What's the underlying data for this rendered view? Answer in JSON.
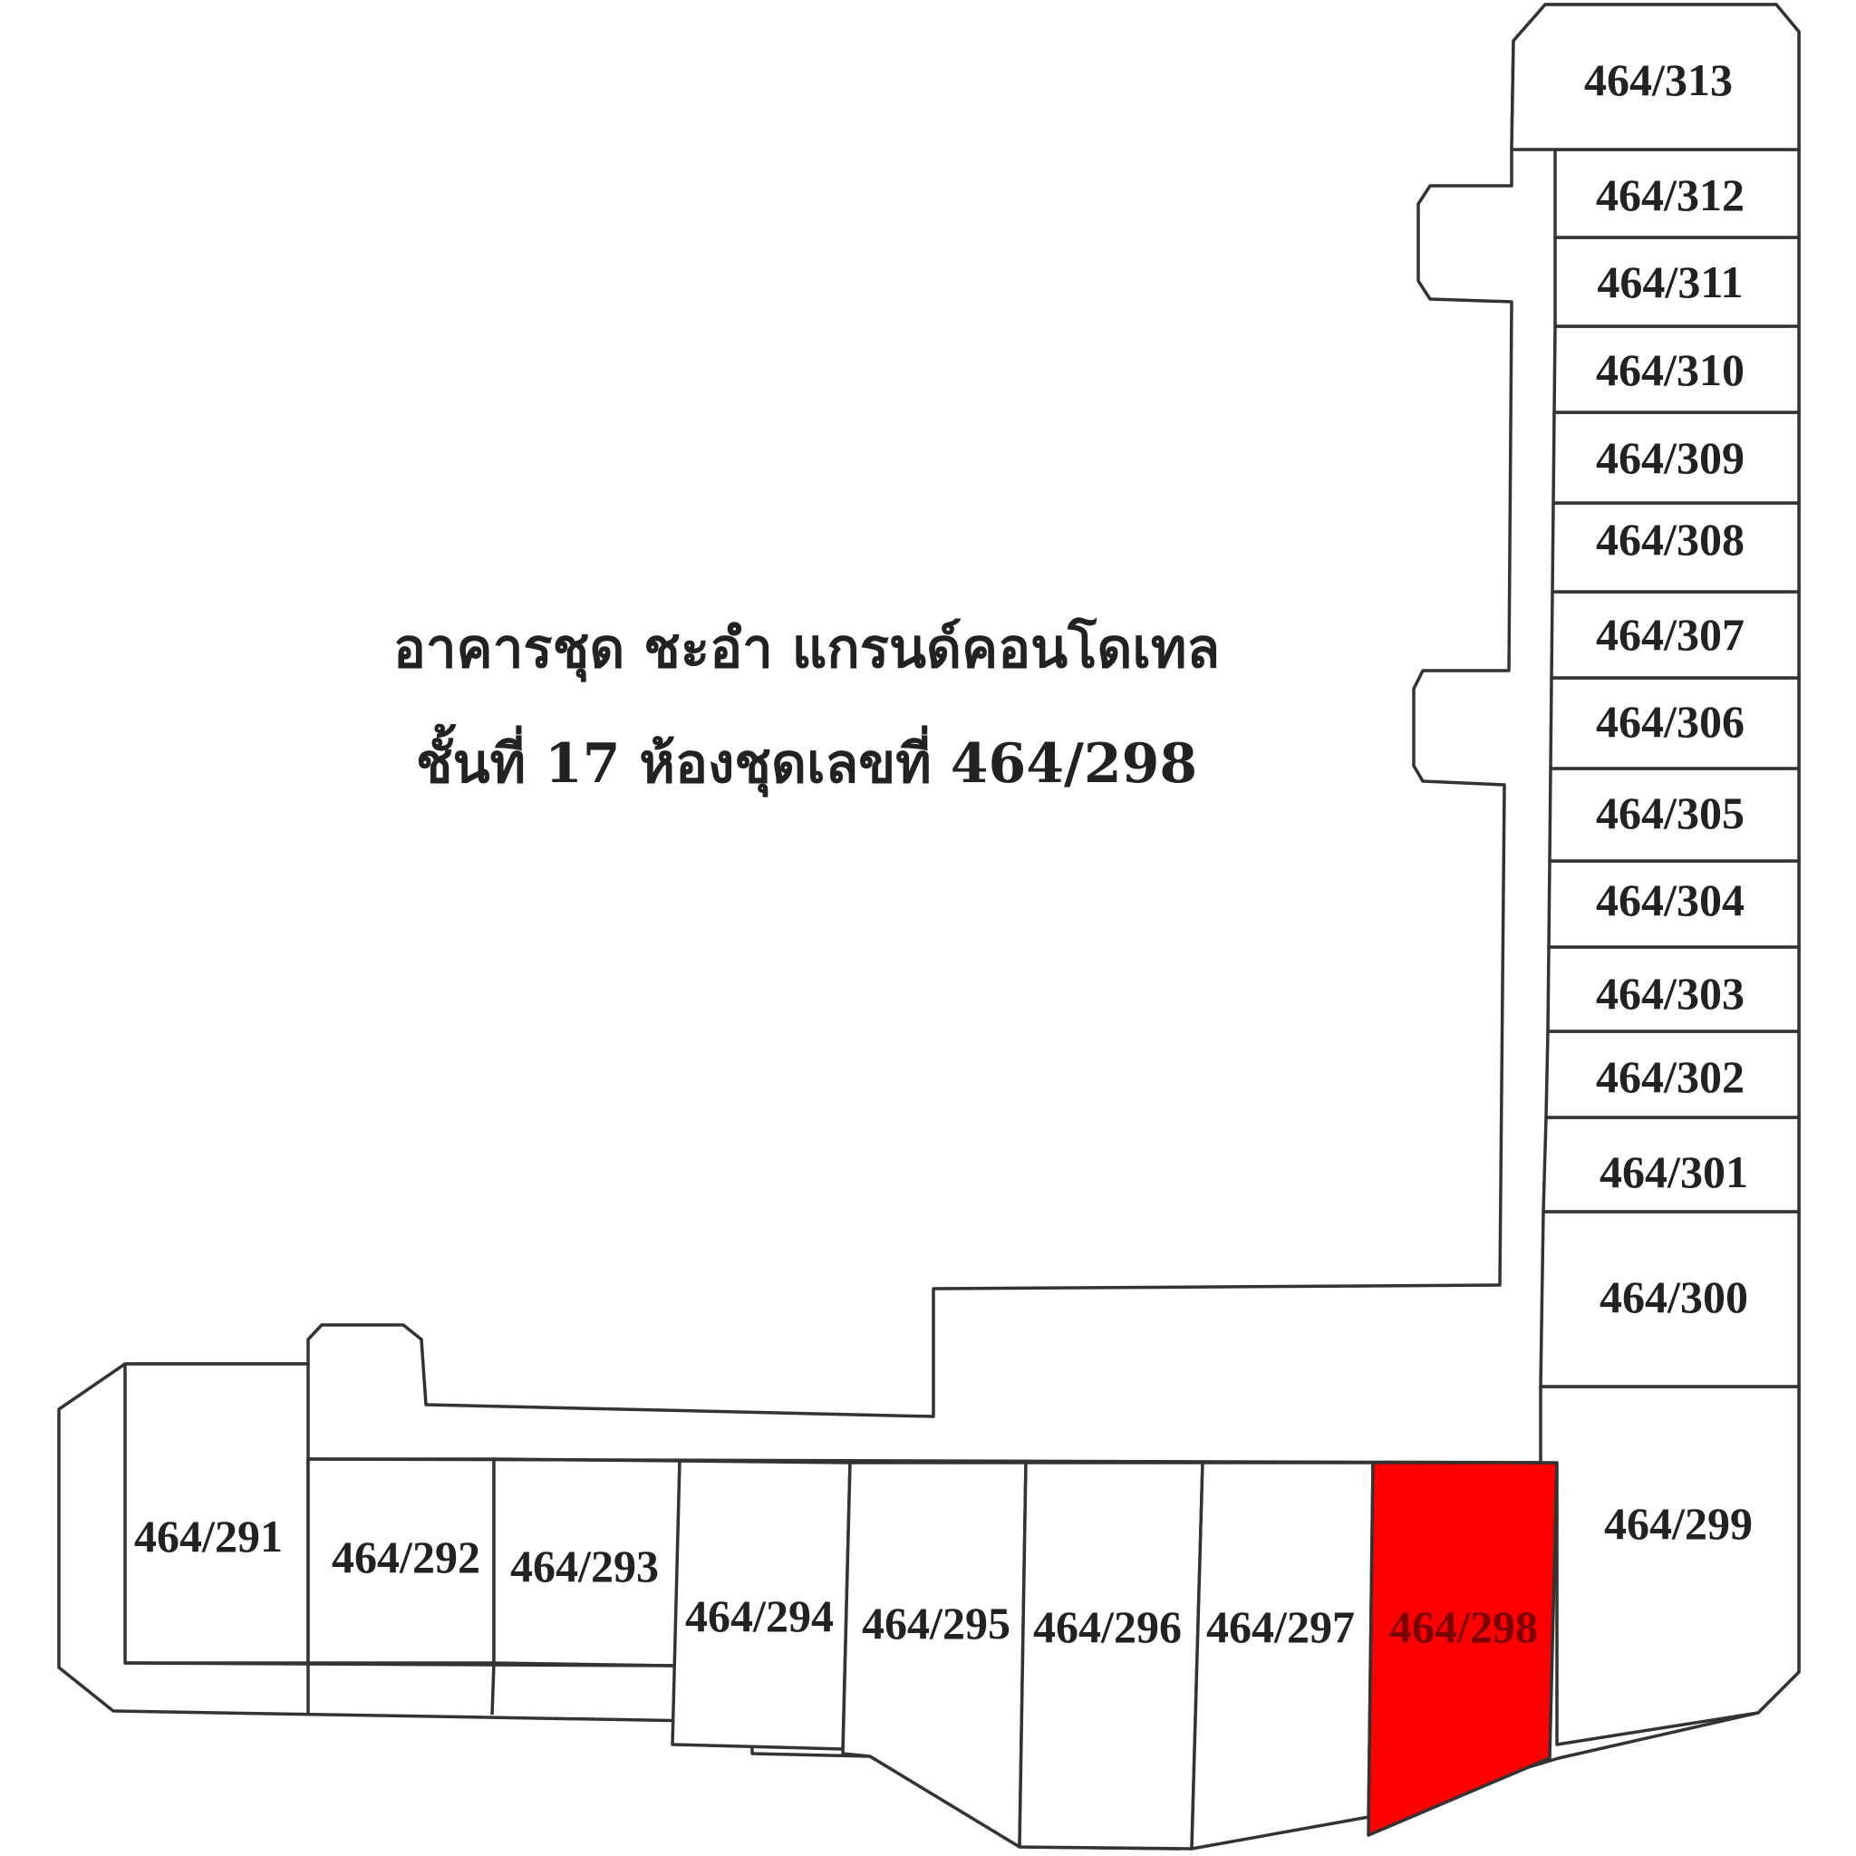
{
  "title": {
    "building": "อาคารชุด ชะอำ แกรนด์คอนโดเทล",
    "floor_and_unit": "ชั้นที่ 17  ห้องชุดเลขที่ 464/298"
  },
  "highlight_color": "#ff0000",
  "selected_unit": "464/298",
  "rooms": {
    "r291": "464/291",
    "r292": "464/292",
    "r293": "464/293",
    "r294": "464/294",
    "r295": "464/295",
    "r296": "464/296",
    "r297": "464/297",
    "r298": "464/298",
    "r299": "464/299",
    "r300": "464/300",
    "r301": "464/301",
    "r302": "464/302",
    "r303": "464/303",
    "r304": "464/304",
    "r305": "464/305",
    "r306": "464/306",
    "r307": "464/307",
    "r308": "464/308",
    "r309": "464/309",
    "r310": "464/310",
    "r311": "464/311",
    "r312": "464/312",
    "r313": "464/313"
  }
}
